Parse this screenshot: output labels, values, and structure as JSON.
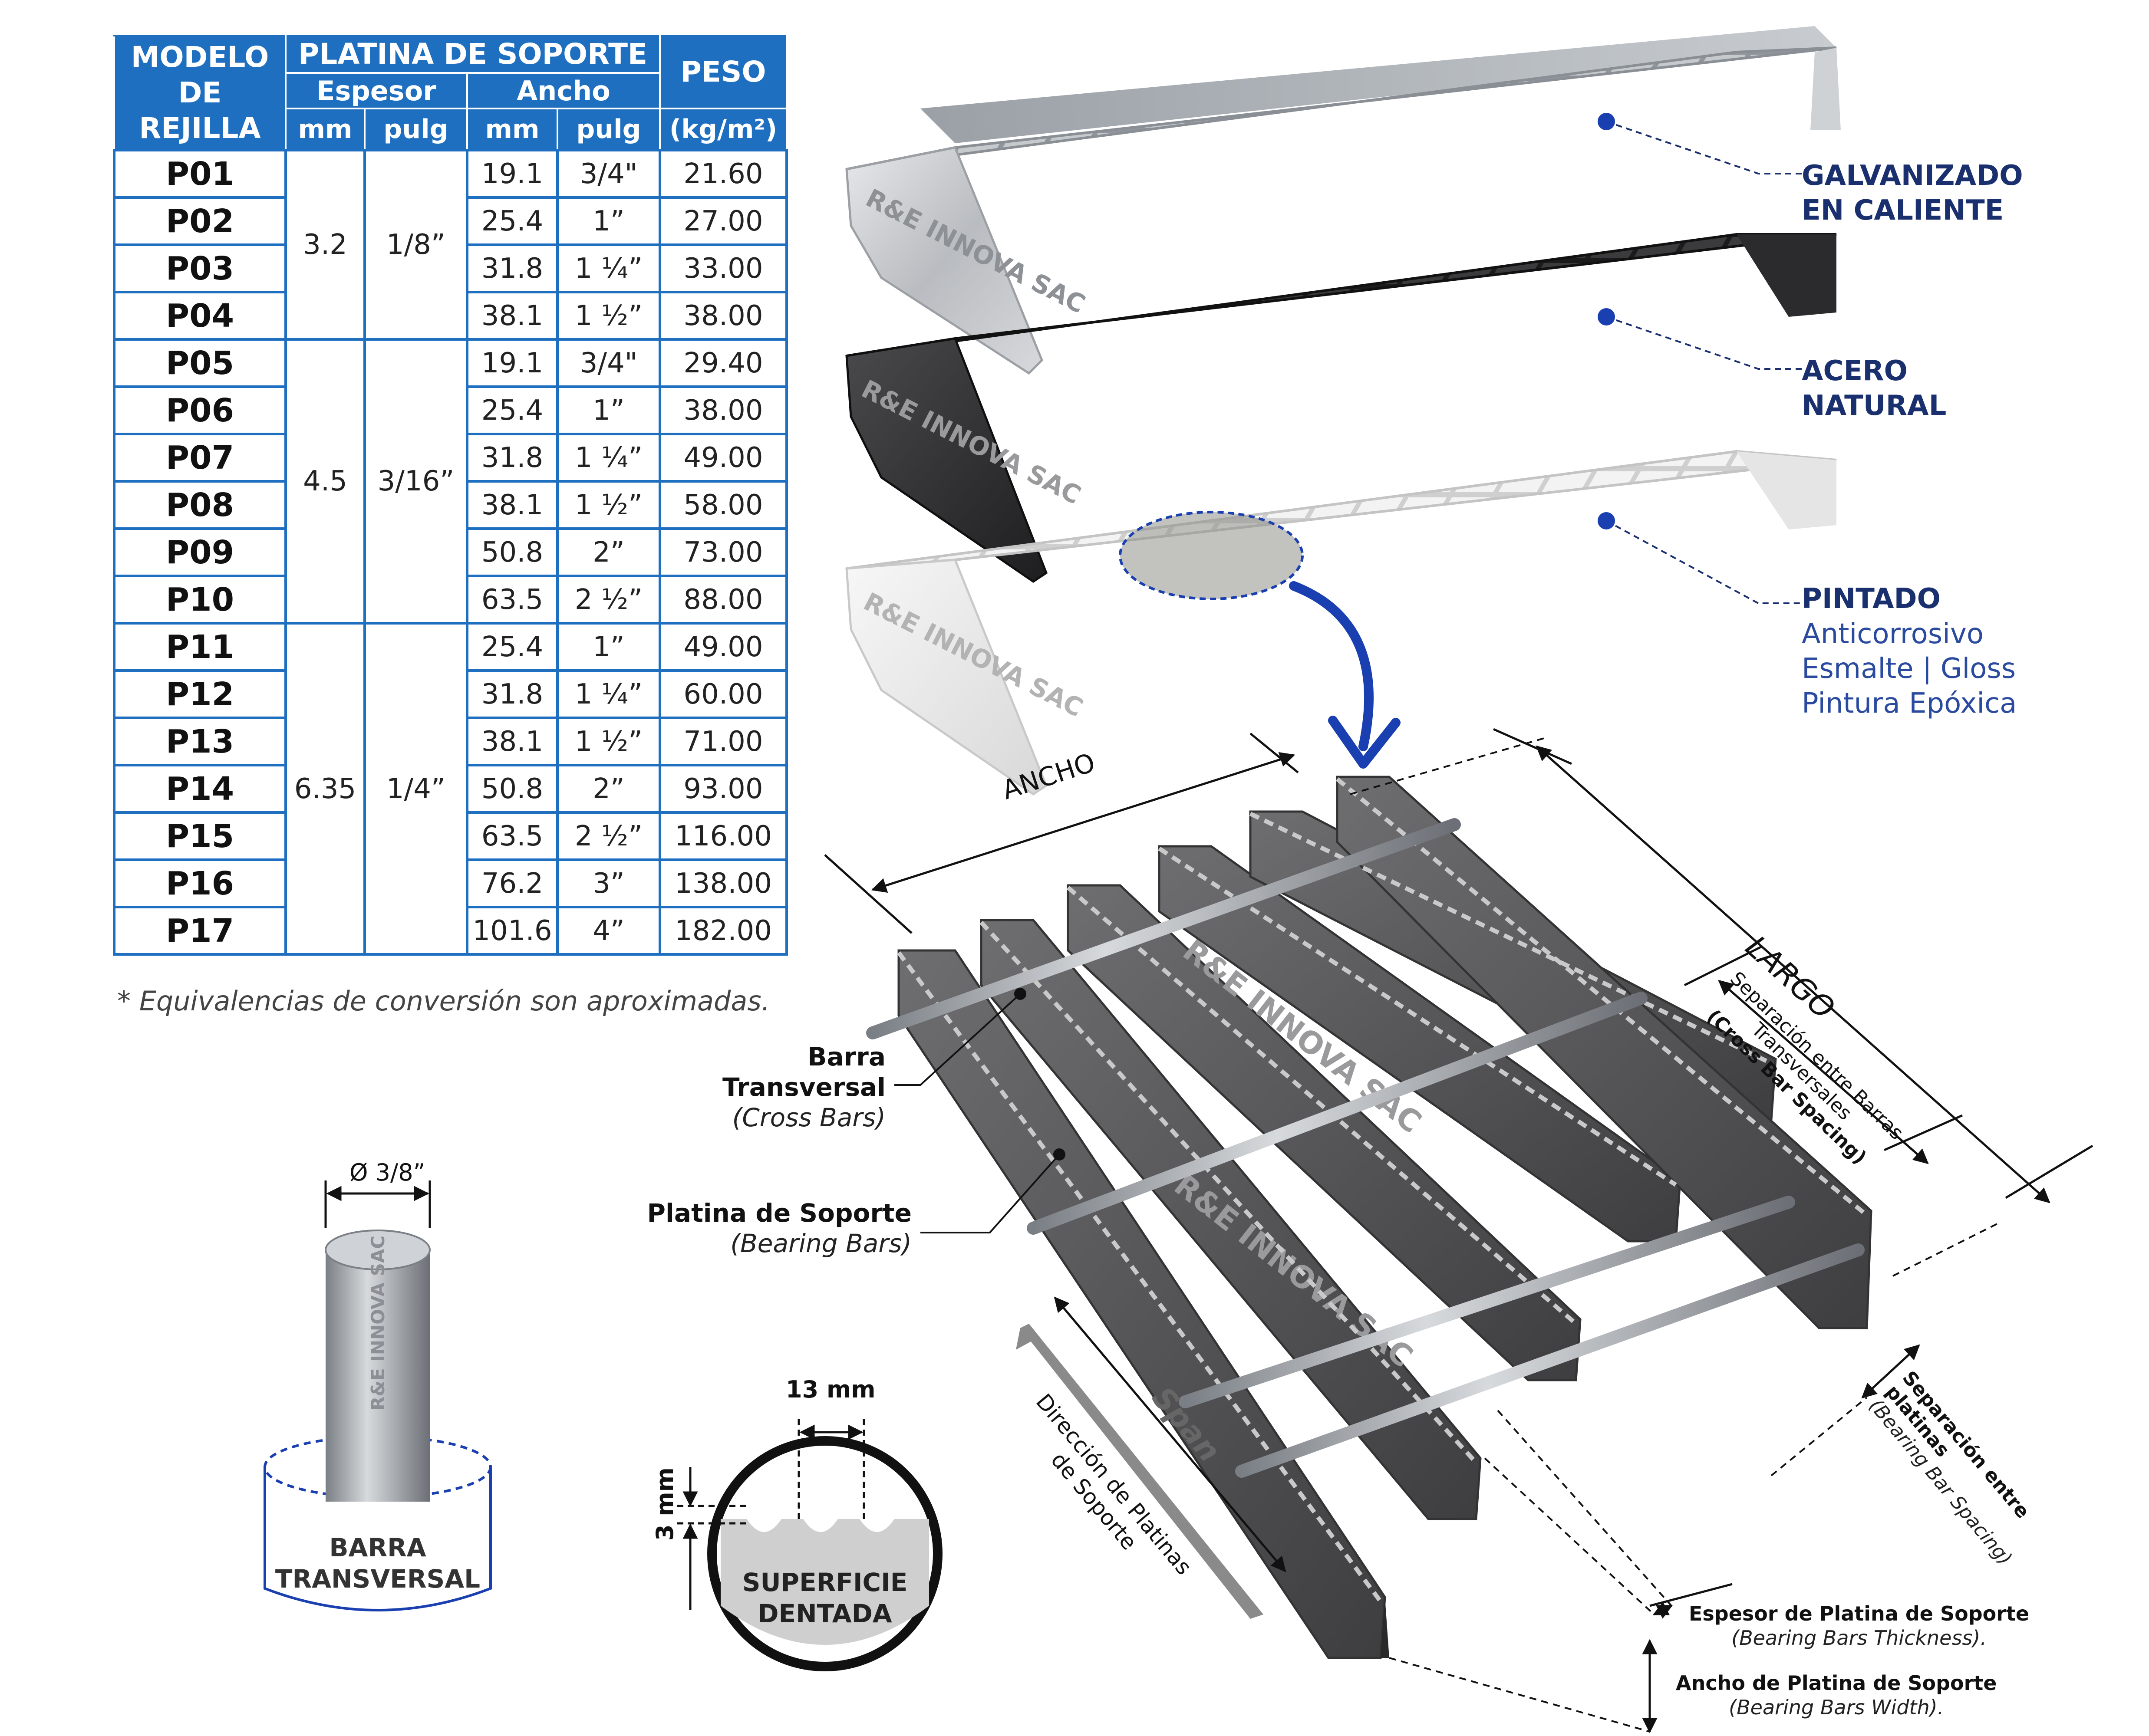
{
  "table": {
    "header": {
      "model": "MODELO DE REJILLA",
      "bearing": "PLATINA DE SOPORTE",
      "thickness": "Espesor",
      "width": "Ancho",
      "weight": "PESO",
      "unit_mm": "mm",
      "unit_in": "pulg",
      "unit_weight": "(kg/m²)"
    },
    "groups": [
      {
        "mm": "3.2",
        "in": "1/8”"
      },
      {
        "mm": "4.5",
        "in": "3/16”"
      },
      {
        "mm": "6.35",
        "in": "1/4”"
      }
    ],
    "rows": [
      {
        "model": "P01",
        "w_mm": "19.1",
        "w_in": "3/4\"",
        "kg": "21.60"
      },
      {
        "model": "P02",
        "w_mm": "25.4",
        "w_in": "1”",
        "kg": "27.00"
      },
      {
        "model": "P03",
        "w_mm": "31.8",
        "w_in": "1 ¼”",
        "kg": "33.00"
      },
      {
        "model": "P04",
        "w_mm": "38.1",
        "w_in": "1 ½”",
        "kg": "38.00"
      },
      {
        "model": "P05",
        "w_mm": "19.1",
        "w_in": "3/4\"",
        "kg": "29.40"
      },
      {
        "model": "P06",
        "w_mm": "25.4",
        "w_in": "1”",
        "kg": "38.00"
      },
      {
        "model": "P07",
        "w_mm": "31.8",
        "w_in": "1 ¼”",
        "kg": "49.00"
      },
      {
        "model": "P08",
        "w_mm": "38.1",
        "w_in": "1 ½”",
        "kg": "58.00"
      },
      {
        "model": "P09",
        "w_mm": "50.8",
        "w_in": "2”",
        "kg": "73.00"
      },
      {
        "model": "P10",
        "w_mm": "63.5",
        "w_in": "2 ½”",
        "kg": "88.00"
      },
      {
        "model": "P11",
        "w_mm": "25.4",
        "w_in": "1”",
        "kg": "49.00"
      },
      {
        "model": "P12",
        "w_mm": "31.8",
        "w_in": "1 ¼”",
        "kg": "60.00"
      },
      {
        "model": "P13",
        "w_mm": "38.1",
        "w_in": "1 ½”",
        "kg": "71.00"
      },
      {
        "model": "P14",
        "w_mm": "50.8",
        "w_in": "2”",
        "kg": "93.00"
      },
      {
        "model": "P15",
        "w_mm": "63.5",
        "w_in": "2 ½”",
        "kg": "116.00"
      },
      {
        "model": "P16",
        "w_mm": "76.2",
        "w_in": "3”",
        "kg": "138.00"
      },
      {
        "model": "P17",
        "w_mm": "101.6",
        "w_in": "4”",
        "kg": "182.00"
      }
    ],
    "note": "* Equivalencias de conversión son aproximadas."
  },
  "finishes": {
    "galv_1": "GALVANIZADO",
    "galv_2": "EN CALIENTE",
    "natural_1": "ACERO",
    "natural_2": "NATURAL",
    "painted_title": "PINTADO",
    "painted_1": "Anticorrosivo",
    "painted_2": "Esmalte | Gloss",
    "painted_3": "Pintura Epóxica"
  },
  "brand": "R&E INNOVA SAC",
  "grating_labels": {
    "ancho": "ANCHO",
    "largo": "LARGO",
    "cross_spacing_1": "Separación entre Barras",
    "cross_spacing_2": "Transversales",
    "cross_spacing_en": "(Cross Bar Spacing)",
    "cross_bar": "Barra Transversal",
    "cross_bar_en": "(Cross Bars)",
    "bearing_bar": "Platina de Soporte",
    "bearing_bar_en": "(Bearing Bars)",
    "span": "Span",
    "direction_1": "Dirección de Platinas",
    "direction_2": "de Soporte",
    "bearing_spacing": "Separación entre platinas",
    "bearing_spacing_en": "(Bearing Bar Spacing)",
    "thickness": "Espesor de Platina de Soporte",
    "thickness_en": "(Bearing Bars Thickness).",
    "width": "Ancho de Platina de Soporte",
    "width_en": "(Bearing Bars Width)."
  },
  "bar_detail": {
    "diameter": "Ø 3/8”",
    "label_1": "BARRA",
    "label_2": "TRANSVERSAL"
  },
  "serration": {
    "width": "13 mm",
    "depth": "3 mm",
    "label_1": "SUPERFICIE",
    "label_2": "DENTADA"
  },
  "colors": {
    "table_blue": "#1f6fc0",
    "label_navy": "#1a2f6e",
    "arrow_blue": "#1a3fb0"
  }
}
